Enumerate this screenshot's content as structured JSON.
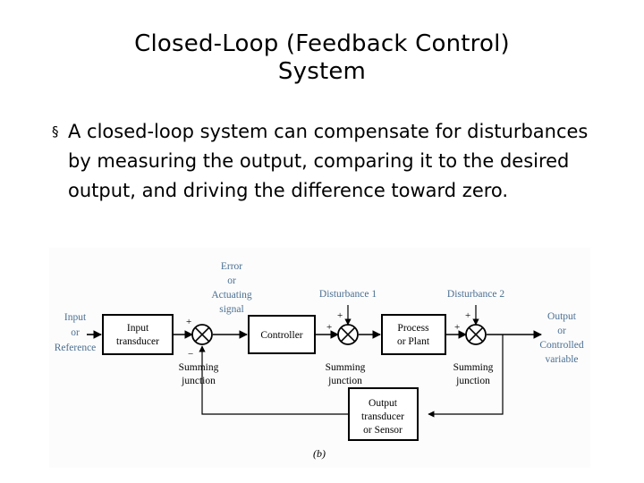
{
  "slide": {
    "title": "Closed-Loop (Feedback Control) System",
    "title_line_1": "Closed-Loop (Feedback Control)",
    "title_line_2": "System",
    "bullet_marker": "§",
    "bullet_text": "A closed-loop system can compensate for disturbances by measuring the output, comparing it to the desired output, and driving the difference toward zero."
  },
  "colors": {
    "blue_label": "#4a6f92",
    "text": "#000000",
    "diagram_background": "#fcfcfc",
    "page_background": "#ffffff"
  },
  "diagram": {
    "figure_label": "(b)",
    "blocks": [
      {
        "id": "input-transducer",
        "line_1": "Input",
        "line_2": "transducer"
      },
      {
        "id": "controller",
        "line_1": "Controller",
        "line_2": ""
      },
      {
        "id": "process-or-plant",
        "line_1": "Process",
        "line_2": "or Plant"
      },
      {
        "id": "output-transducer",
        "line_1": "Output",
        "line_2": "transducer",
        "line_3": "or Sensor"
      }
    ],
    "summing_junctions": [
      {
        "id": "summing-junction-1",
        "line_1": "Summing",
        "line_2": "junction",
        "sign_top": "+",
        "sign_bottom": "−"
      },
      {
        "id": "summing-junction-2",
        "line_1": "Summing",
        "line_2": "junction",
        "sign_left": "+",
        "sign_top": "+"
      },
      {
        "id": "summing-junction-3",
        "line_1": "Summing",
        "line_2": "junction",
        "sign_left": "+",
        "sign_top": "+"
      }
    ],
    "signal_labels": [
      {
        "id": "input-reference",
        "line_1": "Input",
        "line_2": "or",
        "line_3": "Reference"
      },
      {
        "id": "error-actuating-signal",
        "line_1": "Error",
        "line_2": "or",
        "line_3": "Actuating",
        "line_4": "signal"
      },
      {
        "id": "disturbance-1",
        "line_1": "Disturbance 1"
      },
      {
        "id": "disturbance-2",
        "line_1": "Disturbance 2"
      },
      {
        "id": "output-controlled-variable",
        "line_1": "Output",
        "line_2": "or",
        "line_3": "Controlled",
        "line_4": "variable"
      }
    ]
  }
}
